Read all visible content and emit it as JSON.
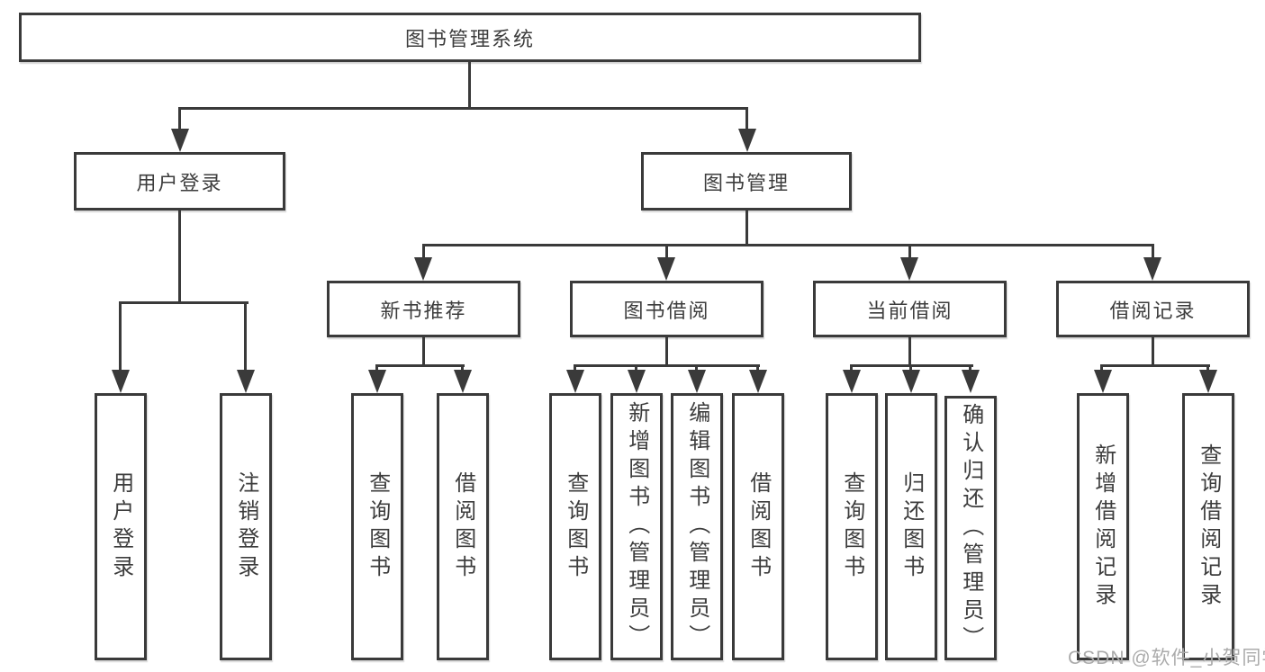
{
  "diagram": {
    "root": {
      "label": "图书管理系统"
    },
    "level2": {
      "user_login": {
        "label": "用户登录"
      },
      "book_mgmt": {
        "label": "图书管理"
      }
    },
    "level3": {
      "new_books": {
        "label": "新书推荐"
      },
      "borrowing": {
        "label": "图书借阅"
      },
      "current": {
        "label": "当前借阅"
      },
      "records": {
        "label": "借阅记录"
      }
    },
    "level4": {
      "user_login": [
        "用户登录",
        "注销登录"
      ],
      "new_books": [
        "查询图书",
        "借阅图书"
      ],
      "borrowing": [
        "查询图书",
        "新增图书（管理员）",
        "编辑图书（管理员）",
        "借阅图书"
      ],
      "current": [
        "查询图书",
        "归还图书",
        "确认归还（管理员）"
      ],
      "records": [
        "新增借阅记录",
        "查询借阅记录"
      ]
    }
  },
  "watermark": {
    "text": "CSDN @软件_小贺同学"
  },
  "colors": {
    "line": "#3a3a3a",
    "text": "#3d3d3d",
    "background": "#ffffff",
    "watermark": "#ababab"
  }
}
